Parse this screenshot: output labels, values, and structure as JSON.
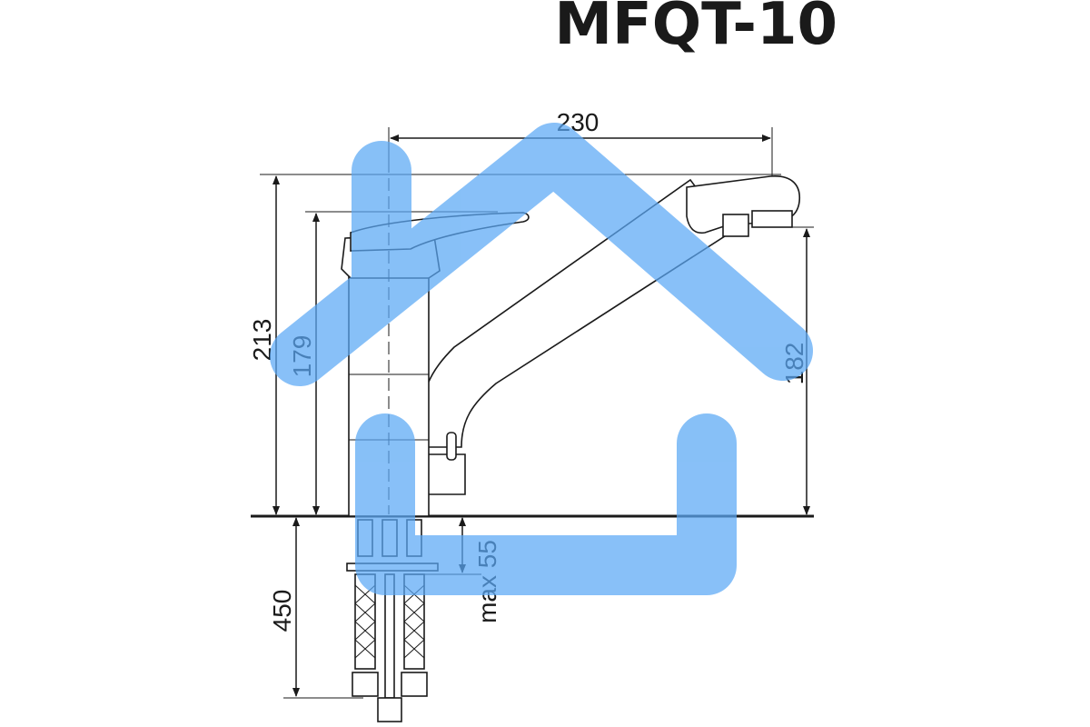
{
  "title": "MFQT-10",
  "dimensions": {
    "spout_length": "230",
    "total_height": "213",
    "handle_height": "179",
    "spout_outlet_height": "182",
    "hose_length": "450",
    "max_countertop_thickness": "max 55"
  },
  "colors": {
    "overlay_blue": "#5aa8f5",
    "line": "#1a1a1a",
    "background": "#ffffff"
  }
}
